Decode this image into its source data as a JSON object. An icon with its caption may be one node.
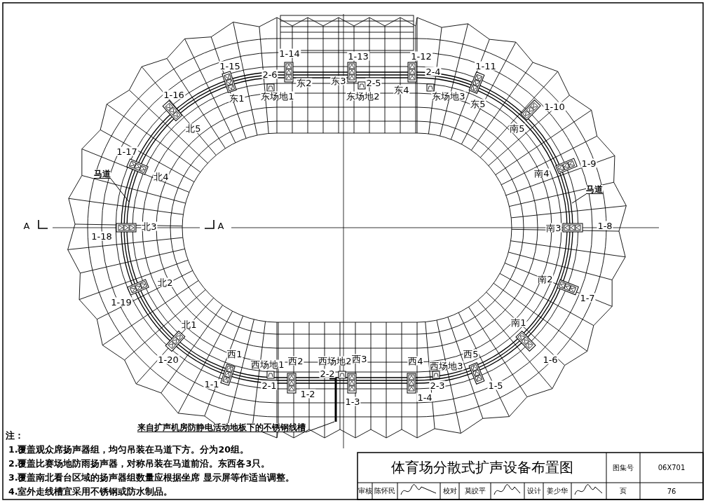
{
  "diagram": {
    "title": "体育场分散式扩声设备布置图",
    "nodes": [
      {
        "text": [
          "马道"
        ]
      },
      {
        "text": [
          "马道"
        ]
      },
      {
        "text": [
          "来自扩声机房防静电活动地板下的不锈钢线槽"
        ]
      }
    ],
    "edges": [
      {
        "from": 0,
        "to": null,
        "arrow": "none"
      },
      {
        "from": 1,
        "to": null,
        "arrow": "none"
      },
      {
        "from": 2,
        "to": null,
        "arrow": "none"
      }
    ],
    "labels": [
      "1-14",
      "1-13",
      "1-12",
      "1-15",
      "1-11",
      "2-6",
      "2-4",
      "东2",
      "东3",
      "2-5",
      "东4",
      "东1",
      "东场地1",
      "东场地2",
      "东场地3",
      "东5",
      "1-16",
      "1-10",
      "北5",
      "南5",
      "1-17",
      "1-9",
      "北4",
      "南4",
      "A",
      "北3",
      "A",
      "南3",
      "1-8",
      "1-18",
      "北2",
      "南2",
      "1-7",
      "1-19",
      "北1",
      "南1",
      "1-20",
      "西1",
      "西2",
      "西场地2",
      "西3",
      "西4",
      "西5",
      "1-6",
      "西场地1",
      "西场地3",
      "2-2",
      "1-1",
      "2-1",
      "2-3",
      "1-5",
      "1-2",
      "1-4",
      "1-3",
      "注：",
      "1.覆盖观众席扬声器组，均匀吊装在马道下方。分为20组。",
      "2.覆盖比赛场地防雨扬声器，对称吊装在马道前沿。东西各3只。",
      "3.覆盖南北看台区域的扬声器组数量应根据坐席 显示屏等作适当调整。",
      "4.室外走线槽宜采用不锈钢或防水制品。",
      "图集号",
      "06X701",
      "审核",
      "陈怀民",
      "校对",
      "莫皎平",
      "设计",
      "姜少华",
      "页",
      "76"
    ]
  }
}
